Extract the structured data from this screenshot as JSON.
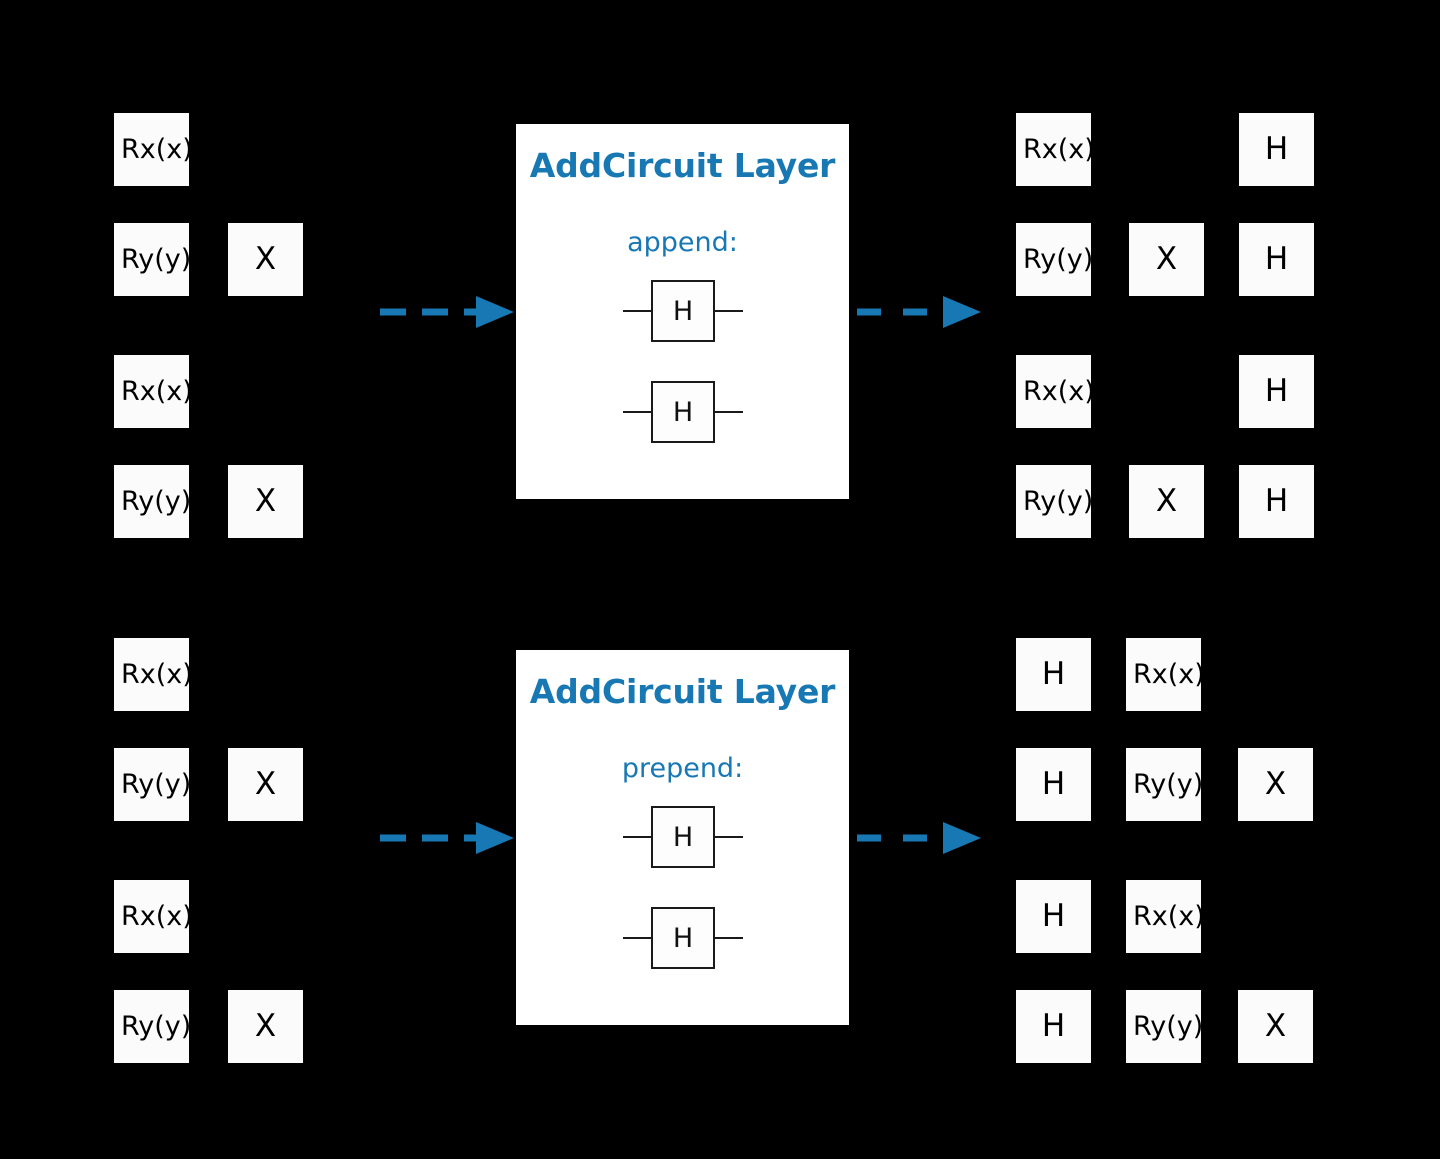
{
  "diagram": {
    "title": "AddCircuit Layer transformation diagram",
    "accent_color": "#1878B4",
    "gate_fill": "#fbfbfb",
    "background": "#000000"
  },
  "rows": {
    "top_circuit_rows": [
      {
        "gates": [
          "Rx(x)"
        ]
      },
      {
        "gates": [
          "Ry(y)",
          "X"
        ]
      },
      {
        "gates": [
          "Rx(x)"
        ]
      },
      {
        "gates": [
          "Ry(y)",
          "X"
        ]
      }
    ]
  },
  "top": {
    "input_circuit": {
      "name": "input-circuit-top",
      "rows": [
        {
          "cells": [
            {
              "label": "Rx(x)",
              "col": 0
            }
          ]
        },
        {
          "cells": [
            {
              "label": "Ry(y)",
              "col": 0
            },
            {
              "label": "X",
              "col": 1
            }
          ]
        },
        {
          "cells": [
            {
              "label": "Rx(x)",
              "col": 0
            }
          ]
        },
        {
          "cells": [
            {
              "label": "Ry(y)",
              "col": 0
            },
            {
              "label": "X",
              "col": 1
            }
          ]
        }
      ]
    },
    "panel": {
      "title": "AddCircuit Layer",
      "mode_label": "append:",
      "gates": [
        "H",
        "H"
      ]
    },
    "output_circuit": {
      "name": "output-circuit-top",
      "rows": [
        {
          "cells": [
            {
              "label": "Rx(x)",
              "col": 0
            },
            {
              "label": "H",
              "col": 2
            }
          ]
        },
        {
          "cells": [
            {
              "label": "Ry(y)",
              "col": 0
            },
            {
              "label": "X",
              "col": 1
            },
            {
              "label": "H",
              "col": 2
            }
          ]
        },
        {
          "cells": [
            {
              "label": "Rx(x)",
              "col": 0
            },
            {
              "label": "H",
              "col": 2
            }
          ]
        },
        {
          "cells": [
            {
              "label": "Ry(y)",
              "col": 0
            },
            {
              "label": "X",
              "col": 1
            },
            {
              "label": "H",
              "col": 2
            }
          ]
        }
      ]
    },
    "arrow_in": {
      "name": "arrow-input-to-panel-top"
    },
    "arrow_out": {
      "name": "arrow-panel-to-output-top"
    }
  },
  "bottom": {
    "input_circuit": {
      "name": "input-circuit-bottom",
      "rows": [
        {
          "cells": [
            {
              "label": "Rx(x)",
              "col": 0
            }
          ]
        },
        {
          "cells": [
            {
              "label": "Ry(y)",
              "col": 0
            },
            {
              "label": "X",
              "col": 1
            }
          ]
        },
        {
          "cells": [
            {
              "label": "Rx(x)",
              "col": 0
            }
          ]
        },
        {
          "cells": [
            {
              "label": "Ry(y)",
              "col": 0
            },
            {
              "label": "X",
              "col": 1
            }
          ]
        }
      ]
    },
    "panel": {
      "title": "AddCircuit Layer",
      "mode_label": "prepend:",
      "gates": [
        "H",
        "H"
      ]
    },
    "output_circuit": {
      "name": "output-circuit-bottom",
      "rows": [
        {
          "cells": [
            {
              "label": "H",
              "col": 0
            },
            {
              "label": "Rx(x)",
              "col": 1
            }
          ]
        },
        {
          "cells": [
            {
              "label": "H",
              "col": 0
            },
            {
              "label": "Ry(y)",
              "col": 1
            },
            {
              "label": "X",
              "col": 2
            }
          ]
        },
        {
          "cells": [
            {
              "label": "H",
              "col": 0
            },
            {
              "label": "Rx(x)",
              "col": 1
            }
          ]
        },
        {
          "cells": [
            {
              "label": "H",
              "col": 0
            },
            {
              "label": "Ry(y)",
              "col": 1
            },
            {
              "label": "X",
              "col": 2
            }
          ]
        }
      ]
    },
    "arrow_in": {
      "name": "arrow-input-to-panel-bottom"
    },
    "arrow_out": {
      "name": "arrow-panel-to-output-bottom"
    }
  }
}
